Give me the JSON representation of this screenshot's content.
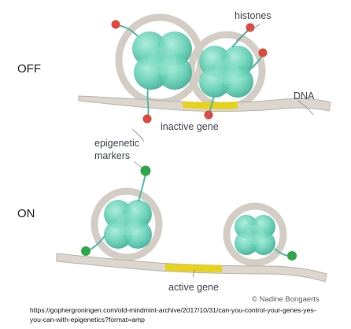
{
  "states": {
    "off": "OFF",
    "on": "ON"
  },
  "labels": {
    "histones": "histones",
    "dna": "DNA",
    "inactive_gene": "inactive gene",
    "epigenetic_line1": "epigenetic",
    "epigenetic_line2": "markers",
    "active_gene": "active gene"
  },
  "credit": "© Nadine Bongaerts",
  "source_url": {
    "line1": "https://gophergroningen.com/old-mindmint-archive/2017/10/31/can-you-control-your-genes-yes-",
    "line2": "you-can-with-epigenetics?format=amp"
  },
  "colors": {
    "dna": "#dcd6cf",
    "dna_edge": "#b9b2aa",
    "histone": "#5fcfb3",
    "histone_dark": "#3aa98f",
    "gene": "#e6d21c",
    "marker_inactive": "#e0473f",
    "marker_active": "#2fa64a",
    "tail": "#4fb8a4"
  }
}
